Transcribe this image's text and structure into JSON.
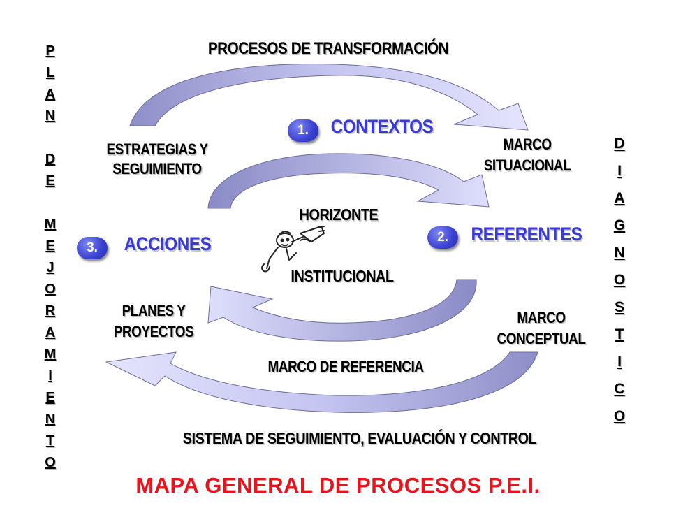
{
  "left_vertical": [
    "P",
    "L",
    "A",
    "N",
    "",
    "D",
    "E",
    "",
    "M",
    "E",
    "J",
    "O",
    "R",
    "A",
    "M",
    "I",
    "E",
    "N",
    "T",
    "O"
  ],
  "right_vertical": [
    "D",
    "I",
    "A",
    "G",
    "N",
    "O",
    "S",
    "T",
    "I",
    "C",
    "O"
  ],
  "labels": {
    "top": "PROCESOS DE TRANSFORMACIÓN",
    "strategies_l1": "ESTRATEGIAS Y",
    "strategies_l2": "SEGUIMIENTO",
    "marco_sit_l1": "MARCO",
    "marco_sit_l2": "SITUACIONAL",
    "horizonte": "HORIZONTE",
    "institucional": "INSTITUCIONAL",
    "planes_l1": "PLANES Y",
    "planes_l2": "PROYECTOS",
    "marco_con_l1": "MARCO",
    "marco_con_l2": "CONCEPTUAL",
    "marco_ref": "MARCO DE REFERENCIA",
    "bottom": "SISTEMA DE SEGUIMIENTO, EVALUACIÓN Y CONTROL"
  },
  "steps": [
    {
      "num": "1.",
      "label": "CONTEXTOS"
    },
    {
      "num": "2.",
      "label": "REFERENTES"
    },
    {
      "num": "3.",
      "label": "ACCIONES"
    }
  ],
  "title": "MAPA GENERAL DE PROCESOS  P.E.I.",
  "colors": {
    "arrow_light": "#dcdcfb",
    "arrow_dark": "#8c8cc4",
    "step_blue": "#3a3ad8",
    "title_red": "#e8141c"
  }
}
